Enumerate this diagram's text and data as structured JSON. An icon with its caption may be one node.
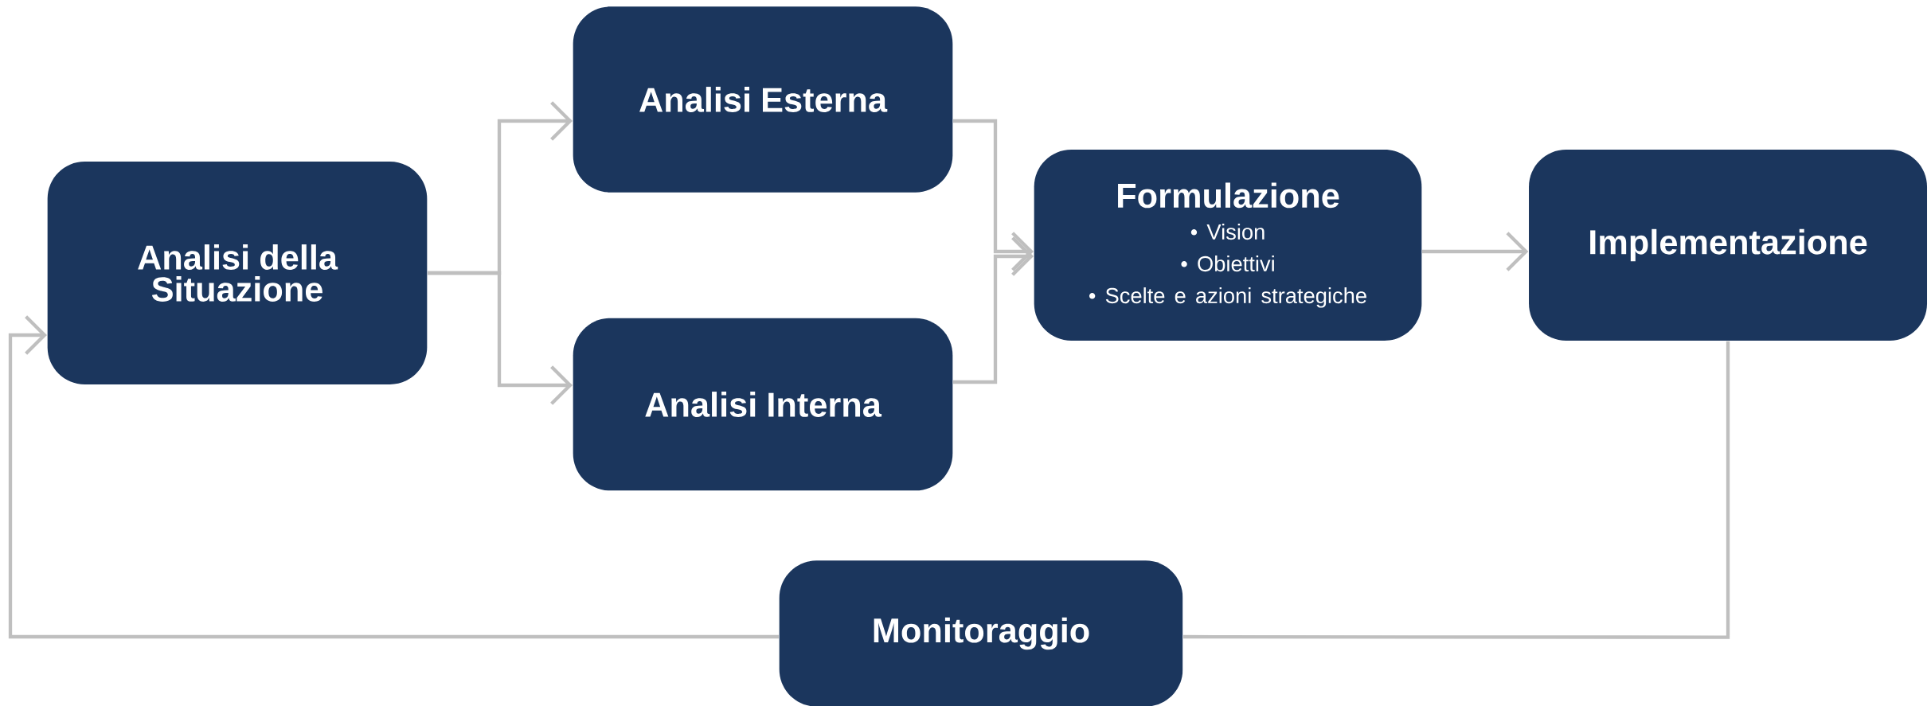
{
  "diagram": {
    "nodes": [
      {
        "text": [
          "Analisi della Situazione"
        ]
      },
      {
        "text": [
          "Analisi Esterna"
        ]
      },
      {
        "text": [
          "Analisi Interna"
        ]
      },
      {
        "text": [
          "Formulazione",
          "• Vision",
          "• Obiettivi",
          "• Scelte e azioni strategiche"
        ]
      },
      {
        "text": [
          "Implementazione"
        ]
      },
      {
        "text": [
          "Monitoraggio"
        ]
      }
    ],
    "edges": [
      {
        "from": 0,
        "to": 1,
        "arrow": "to"
      },
      {
        "from": 0,
        "to": 2,
        "arrow": "to"
      },
      {
        "from": 1,
        "to": 3,
        "arrow": "to"
      },
      {
        "from": 2,
        "to": 3,
        "arrow": "to"
      },
      {
        "from": 3,
        "to": 4,
        "arrow": "to"
      },
      {
        "from": 4,
        "to": 5,
        "arrow": "none"
      },
      {
        "from": 5,
        "to": 0,
        "arrow": "to"
      }
    ]
  }
}
